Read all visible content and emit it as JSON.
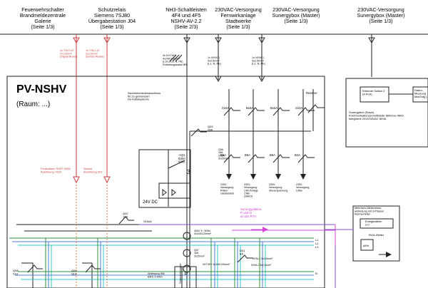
{
  "colors": {
    "line": "#222222",
    "red": "#cc3b3b",
    "orange": "#d98b5c",
    "magenta": "#d445d4",
    "violet": "#7f4fd1",
    "cyan": "#32c8c8",
    "green": "#2f8f3b",
    "blue": "#4b7bd1"
  },
  "top_sources": [
    {
      "lines": [
        "Feuerwehrschalter",
        "Brandmeldezentrale",
        "Galerie",
        "(Seite 1/3)"
      ]
    },
    {
      "lines": [
        "Schutzrelais",
        "Siemens 7SJ80",
        "Übergabestation J04",
        "(Seite 1/3)"
      ]
    },
    {
      "lines": [
        "NH3-Schaltleisten",
        "4F4 und 4F5",
        "NSHV-AV-2.2",
        "(Seite 2/3)"
      ]
    },
    {
      "lines": [
        "230VAC-Versorgung",
        "Fernwirkanlage",
        "Stadtwerke",
        "(Seite 1/3)"
      ]
    },
    {
      "lines": [
        "230VAC-Versorgung",
        "Sunergybox (Master)",
        "(Seite 1/3)"
      ]
    },
    {
      "lines": [
        "230VAC-Versorgung",
        "Sunergybox (Master)",
        "(Seite 1/3)"
      ]
    }
  ],
  "panel": {
    "title": "PV-NSHV",
    "room": "(Raum: ...)"
  },
  "small_labels": {
    "fire_signal_top": "1x YSLY-JZ\n2x1,5mm²\n(Signal Brand)",
    "relay_signal_top": "1x YSLY-JZ\n2x1,5mm²\n(Schutz Relais)",
    "nh_cable": "3x NYCWY\n4x240/120mm²\n(L1/L2/L3, N, PE)\nFreileitungskabel BR",
    "fwa_cable": "1x NYM-J\n3x2,5mm²\n(L1, N, PE)",
    "sunergy_cable": "1x NYM-J\n3x2,5mm²\n(L1, N, PE)",
    "main_note": "Sammelschienenanschluss\nfür Zu gemeinsam\nDe-Kabelsystems",
    "fire_release": "Feueralarm SV07-0028\nAuslösung >002",
    "relay_release": "Schutz\nAuslösung 001",
    "f01": "-1Q1\n630A\n60kA",
    "f02": "Q02\n10A",
    "f03": "Q03\n25A",
    "f04": "D01\n6A",
    "voltage": "24V DC",
    "sunergy_slave": "Sunergybox (Slave)\nKommunikationsschnittstelle 6600xxx-4600\nintegrierte 24V/230VAC 80VA",
    "ethernet": "Ethernet Switch 2\n(4-Port)",
    "datamanager": "Daten-\nMessung\nMaxTalg (...)",
    "kwh_meter": "RLM-Zähler",
    "kwh_box": "Energiezähler\nZ+/-",
    "kwh_caption": "Mehrfach-Zählermess-\nanbindung mit 3-Phasen\nKleinverteiler",
    "sun_note": "Sunergyplatine\nP und G\nan der RTA",
    "meter_label": "Ablesung Wk\nBRS 5 kWh",
    "breaker_labels": [
      "S16A",
      "B16A",
      "B16A",
      "S10A",
      "Reserve"
    ],
    "breaker_labels2": [
      "B6A",
      "B6A",
      "B6A",
      "B4A"
    ],
    "load_labels": [
      "230V-\nVersorgung\nRollen-\nGleisbetrieb",
      "230V-\nVersorgung\nUSV-Anlage\nCNB\n(SAVO)",
      "230V-\nVersorgung\nSteuerspannung",
      "230V-\nVersorgung\nLüfter"
    ],
    "mid_label_left": "S10kA",
    "mid_label_right": "400V 3~ 50Hz\n4x240/120mm²",
    "q_labels": [
      "Q06\n16A\nS16A\n3x25mm²",
      "Q07\n16A\n3x25mm²"
    ],
    "lower_cable_1": "NYCWY 4x240/120mm²",
    "lower_cable_2": "NYM-J 3x2,5mm²",
    "lower_cable_3": "NYM-J 3x2,5mm²",
    "phase_labels": [
      "L1",
      "L2",
      "L3",
      "N"
    ],
    "left_bottom_labels": [
      "Q08\nS10",
      "Q09\nS10"
    ],
    "bus": "Sammelschiene",
    "meter_small": "kWh",
    "box_3": "3",
    "pot": "P"
  }
}
